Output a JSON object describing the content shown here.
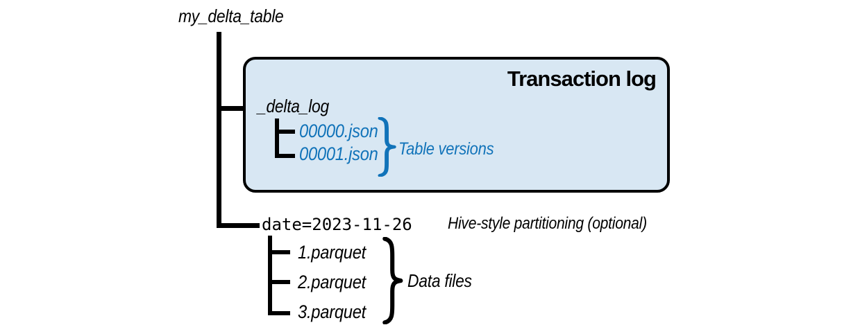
{
  "diagram": {
    "root_label": "my_delta_table",
    "transaction_log": {
      "title": "Transaction log",
      "folder": "_delta_log",
      "files": [
        "00000.json",
        "00001.json"
      ],
      "brace_label": "Table versions"
    },
    "partition": {
      "label": "date=2023-11-26",
      "note": "Hive-style partitioning (optional)",
      "files": [
        "1.parquet",
        "2.parquet",
        "3.parquet"
      ],
      "brace_label": "Data files"
    },
    "colors": {
      "accent_blue": "#1173b9",
      "box_fill": "#d8e7f3",
      "box_border": "#000000",
      "line_color": "#000000"
    }
  }
}
